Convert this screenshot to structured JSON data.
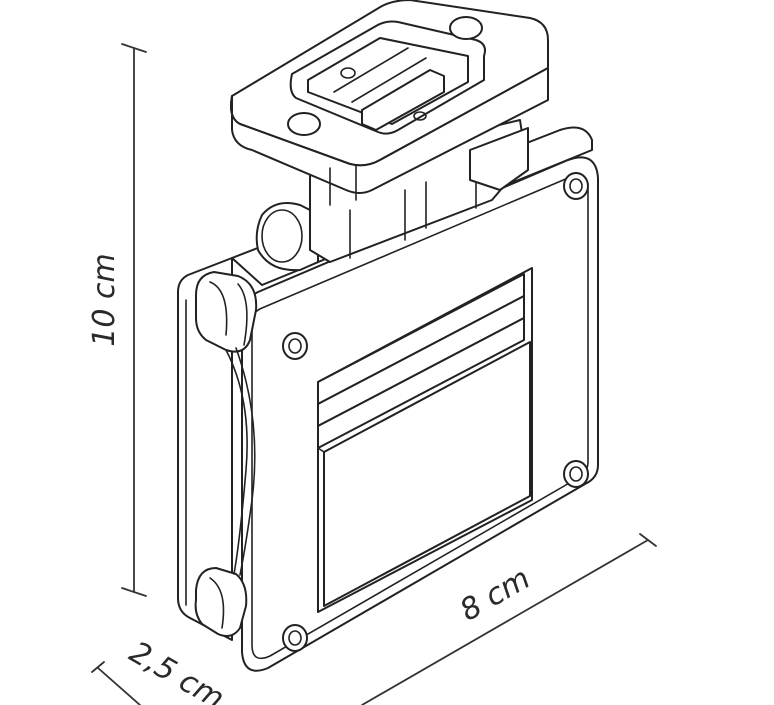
{
  "dimensions": {
    "height_label": "10 cm",
    "width_label": "8 cm",
    "depth_label": "2,5 cm"
  },
  "colors": {
    "line": "#222222",
    "background": "#ffffff"
  }
}
